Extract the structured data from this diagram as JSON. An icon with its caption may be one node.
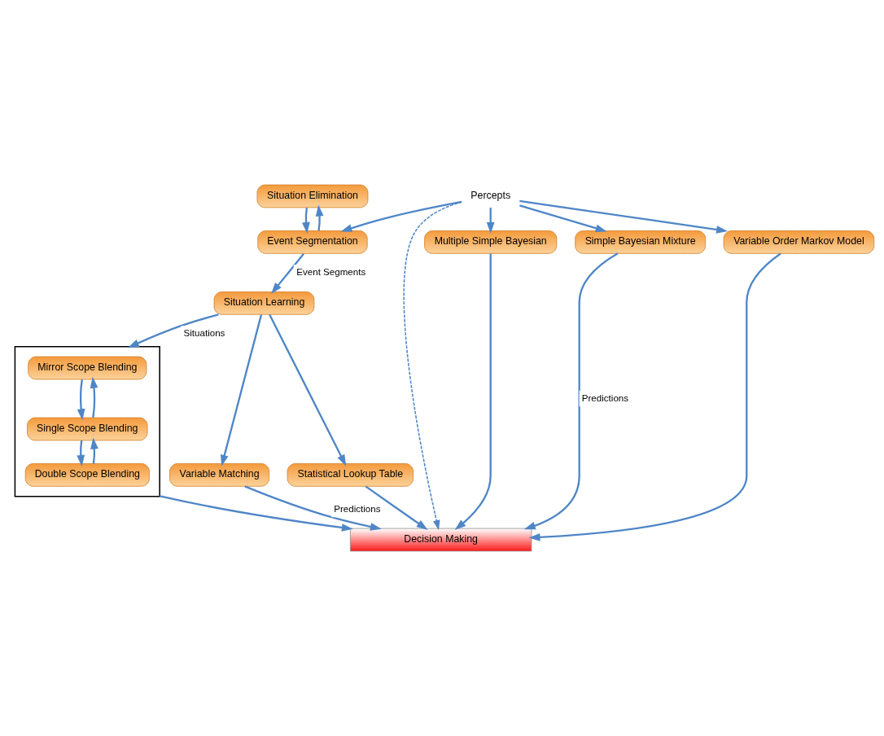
{
  "diagram": {
    "nodes": [
      {
        "text": [
          "Situation Elimination"
        ]
      },
      {
        "text": [
          "Event Segmentation"
        ]
      },
      {
        "text": [
          "Situation Learning"
        ]
      },
      {
        "text": [],
        "shape": "box"
      },
      {
        "text": [
          "Mirror Scope Blending"
        ],
        "in": 3
      },
      {
        "text": [
          "Single Scope Blending"
        ],
        "in": 3
      },
      {
        "text": [
          "Double Scope Blending"
        ],
        "in": 3
      },
      {
        "text": [
          "Variable Matching"
        ]
      },
      {
        "text": [
          "Statistical Lookup Table"
        ]
      },
      {
        "text": [
          "Decision Making"
        ]
      },
      {
        "text": [
          "Percepts"
        ]
      },
      {
        "text": [
          "Multiple Simple Bayesian"
        ]
      },
      {
        "text": [
          "Simple Bayesian Mixture"
        ]
      },
      {
        "text": [
          "Variable Order Markov Model"
        ]
      }
    ],
    "edges": [
      {
        "from": 0,
        "to": 1,
        "arrow": "to"
      },
      {
        "from": 1,
        "to": 0,
        "arrow": "to"
      },
      {
        "from": 10,
        "to": 1,
        "arrow": "to"
      },
      {
        "from": 1,
        "to": 2,
        "arrow": "to",
        "label": "Event Segments"
      },
      {
        "from": 2,
        "to": 3,
        "arrow": "to",
        "label": "Situations"
      },
      {
        "from": 2,
        "to": 7,
        "arrow": "to"
      },
      {
        "from": 2,
        "to": 8,
        "arrow": "to"
      },
      {
        "from": 4,
        "to": 5,
        "arrow": "to"
      },
      {
        "from": 5,
        "to": 4,
        "arrow": "to"
      },
      {
        "from": 5,
        "to": 6,
        "arrow": "to"
      },
      {
        "from": 6,
        "to": 5,
        "arrow": "to"
      },
      {
        "from": 3,
        "to": 9,
        "arrow": "to"
      },
      {
        "from": 7,
        "to": 9,
        "arrow": "to",
        "label": "Predictions"
      },
      {
        "from": 8,
        "to": 9,
        "arrow": "to"
      },
      {
        "from": 10,
        "to": 9,
        "arrow": "to",
        "style": "dashed"
      },
      {
        "from": 10,
        "to": 11,
        "arrow": "to"
      },
      {
        "from": 10,
        "to": 12,
        "arrow": "to"
      },
      {
        "from": 10,
        "to": 13,
        "arrow": "to"
      },
      {
        "from": 11,
        "to": 9,
        "arrow": "to"
      },
      {
        "from": 12,
        "to": 9,
        "arrow": "to",
        "label": "Predictions"
      },
      {
        "from": 13,
        "to": 9,
        "arrow": "to"
      }
    ]
  }
}
